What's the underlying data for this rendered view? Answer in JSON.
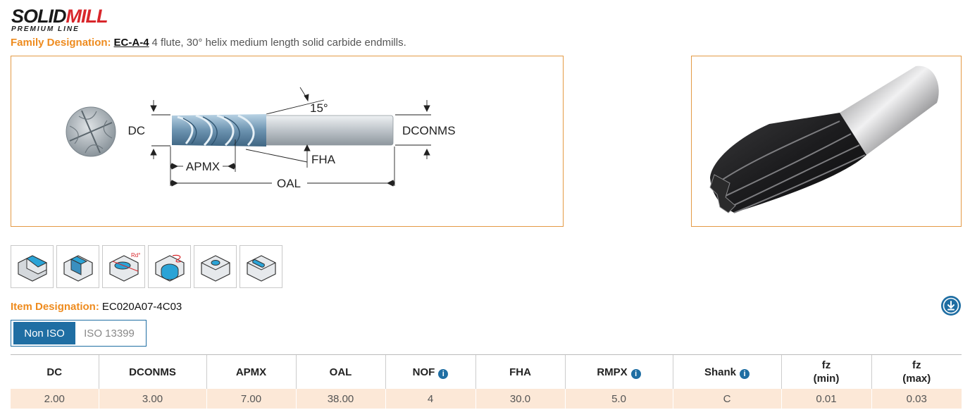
{
  "logo": {
    "part1": "SOLID",
    "part2": "MILL",
    "sub": "PREMIUM LINE"
  },
  "family": {
    "label": "Family Designation:",
    "code": "EC-A-4",
    "description": "4 flute, 30° helix medium length solid carbide endmills."
  },
  "drawing": {
    "angle": "15°",
    "dc": "DC",
    "dconms": "DCONMS",
    "apmx": "APMX",
    "fha": "FHA",
    "oal": "OAL",
    "rd": "Rd°"
  },
  "operations": [
    "shoulder-milling-icon",
    "slotting-icon",
    "ramping-icon",
    "helical-interpolation-icon",
    "plunging-icon",
    "pocket-milling-icon"
  ],
  "item": {
    "label": "Item Designation:",
    "value": "EC020A07-4C03"
  },
  "standard_toggle": {
    "active": "Non ISO",
    "inactive": "ISO 13399"
  },
  "table": {
    "headers": [
      {
        "label": "DC",
        "info": false
      },
      {
        "label": "DCONMS",
        "info": false
      },
      {
        "label": "APMX",
        "info": false
      },
      {
        "label": "OAL",
        "info": false
      },
      {
        "label": "NOF",
        "info": true
      },
      {
        "label": "FHA",
        "info": false
      },
      {
        "label": "RMPX",
        "info": true
      },
      {
        "label": "Shank",
        "info": true
      },
      {
        "label": "fz",
        "sub": "(min)",
        "info": false
      },
      {
        "label": "fz",
        "sub": "(max)",
        "info": false
      }
    ],
    "row": [
      "2.00",
      "3.00",
      "7.00",
      "38.00",
      "4",
      "30.0",
      "5.0",
      "C",
      "0.01",
      "0.03"
    ]
  },
  "colors": {
    "accent": "#ee8b1e",
    "blue": "#1f6ea3",
    "row_bg": "#fce8d7",
    "box_border": "#e49a45"
  }
}
